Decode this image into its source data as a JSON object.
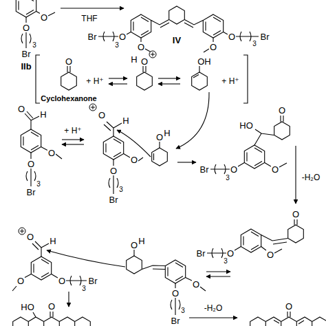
{
  "diagram": {
    "labels": [
      "O",
      "O",
      "3",
      "Br",
      "IIb",
      "THF",
      "Br",
      "3",
      "O",
      "O",
      "IV",
      "O",
      "O",
      "3",
      "Br",
      "O",
      "Cyclohexanone",
      "+ H⁺",
      "H",
      "O",
      "OH",
      "+ H⁺",
      "O",
      "H",
      "+ H⁺",
      "O",
      "H",
      "O",
      "O",
      "3",
      "Br",
      "O",
      "O",
      "3",
      "Br",
      "O",
      "H",
      "HO",
      "O",
      "O",
      "O",
      "3",
      "Br",
      "-H₂O",
      "O",
      "O",
      "H",
      "O",
      "H",
      "O",
      "O",
      "3",
      "Br",
      "O",
      "O",
      "3",
      "Br",
      "O",
      "O",
      "3",
      "Br",
      "HO",
      "O",
      "-H₂O",
      "O"
    ]
  }
}
